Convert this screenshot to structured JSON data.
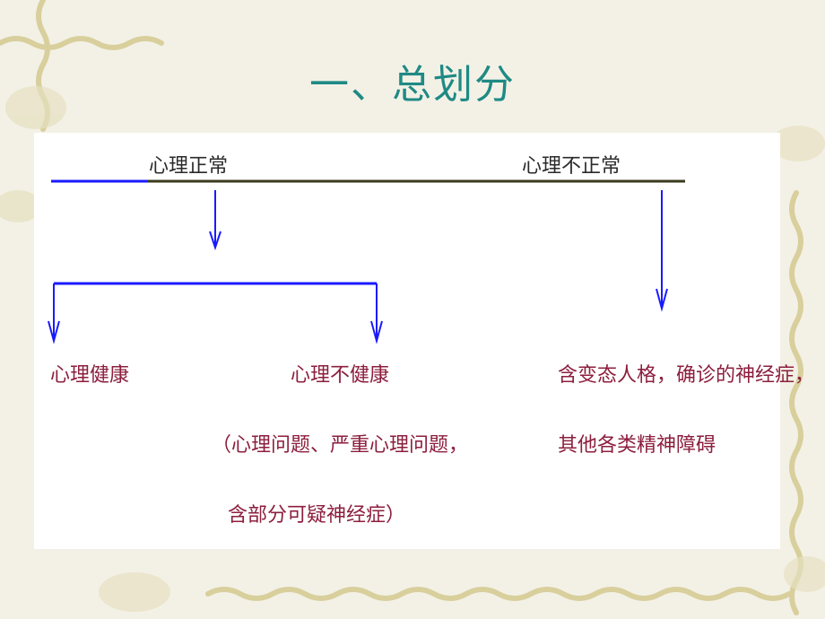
{
  "slide": {
    "title": "一、总划分"
  },
  "diagram": {
    "top_left_label": "心理正常",
    "top_right_label": "心理不正常",
    "normal_branch": {
      "left": "心理健康",
      "right": "心理不健康",
      "right_note_line1": "（心理问题、严重心理问题，",
      "right_note_line2": "含部分可疑神经症）"
    },
    "abnormal_branch": {
      "line1": "含变态人格，确诊的神经症，",
      "line2": "其他各类精神障碍"
    }
  },
  "colors": {
    "title": "#1f8a84",
    "arrow_blue": "#1a1aff",
    "axis_dark": "#3a3a1e",
    "label_dark": "#2a2a2a",
    "label_red": "#8c1f3e",
    "background": "#f3f1e6",
    "vine": "#d8cf9c"
  }
}
